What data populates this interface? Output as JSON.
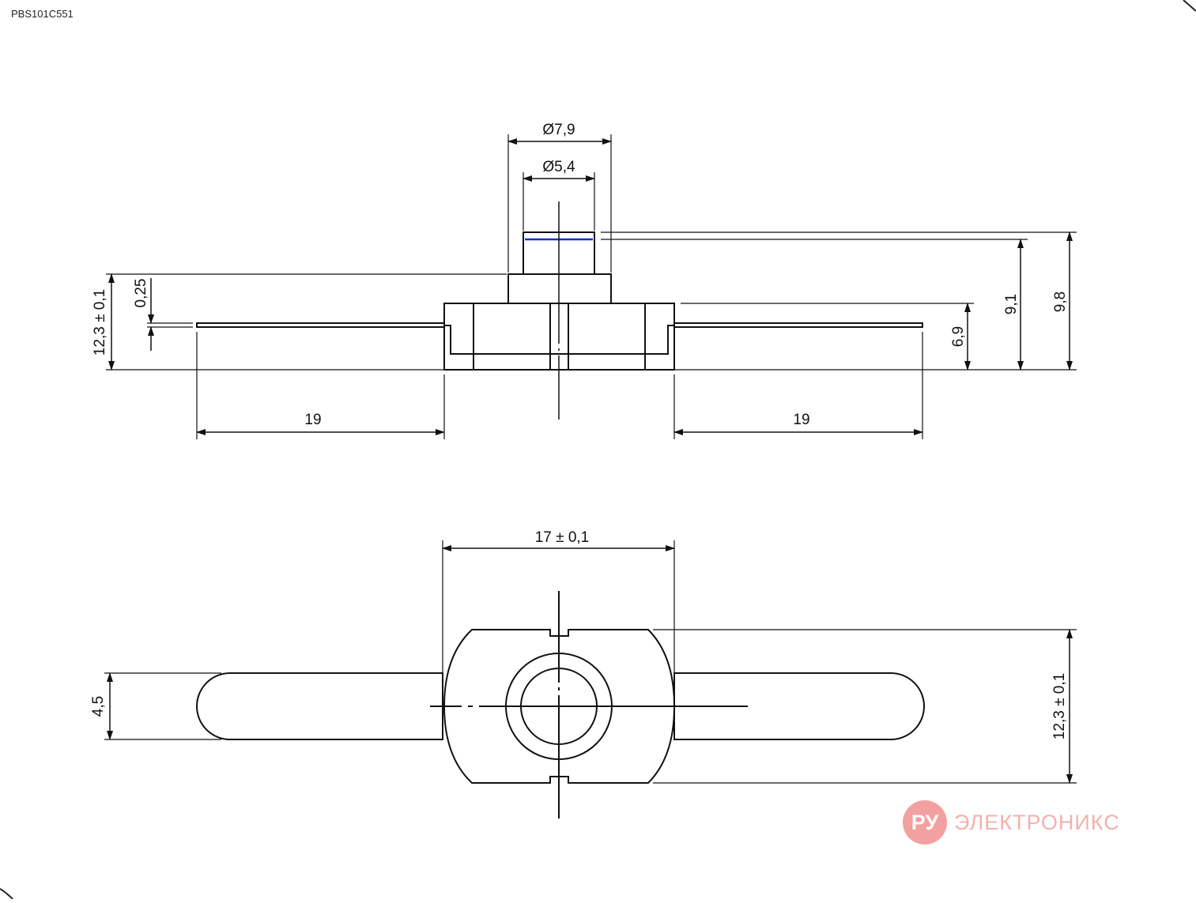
{
  "part_id": "PBS101C551",
  "dimensions": {
    "pusher_outer_dia": "Ø7,9",
    "pusher_inner_dia": "Ø5,4",
    "tab_thickness": "0,25",
    "body_height_side": "12,3 ± 0,1",
    "lead_length_left": "19",
    "lead_length_right": "19",
    "body_height": "6,9",
    "top_height_inner": "9,1",
    "top_height_total": "9,8",
    "body_width": "17 ± 0,1",
    "lead_width": "4,5",
    "body_depth": "12,3 ± 0,1"
  },
  "colors": {
    "line": "#111111",
    "accent": "#1a2bd6",
    "watermark": "#f3a0a0"
  },
  "watermark": {
    "badge": "РУ",
    "name": "ЭЛЕКТРОНИКС"
  }
}
